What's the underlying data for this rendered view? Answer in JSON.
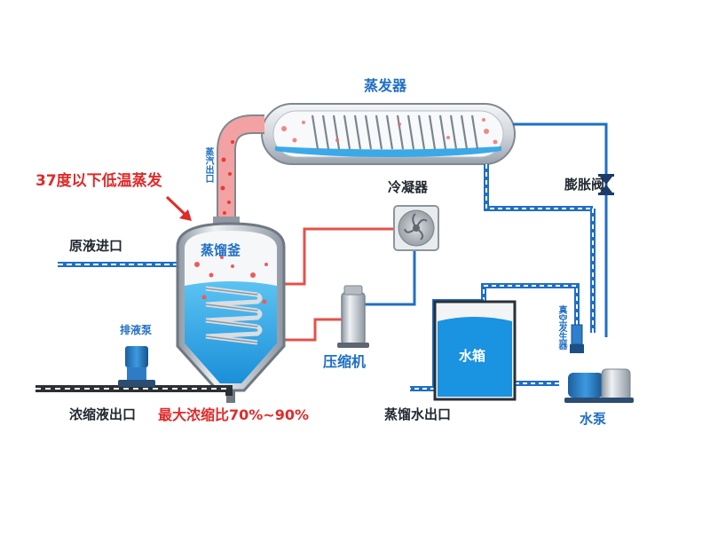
{
  "labels": {
    "evaporator": "蒸发器",
    "low_temp_note": "37度以下低温蒸发",
    "steam_outlet": "蒸汽出口",
    "condenser": "冷凝器",
    "expansion_valve": "膨胀阀",
    "raw_inlet": "原液进口",
    "distill_tank": "蒸馏釜",
    "compressor": "压缩机",
    "discharge_pump": "排液泵",
    "concentrate_outlet": "浓缩液出口",
    "max_concentration": "最大浓缩比70%~90%",
    "water_tank": "水箱",
    "distilled_water_outlet": "蒸馏水出口",
    "vacuum_generator": "真空发生器",
    "water_pump": "水泵"
  },
  "colors": {
    "pipe_blue": "#1f6fc4",
    "pipe_red": "#e3524a",
    "water": "#1aa3e8",
    "steel": "#c9ced4",
    "accent_red": "#e02a2a"
  }
}
